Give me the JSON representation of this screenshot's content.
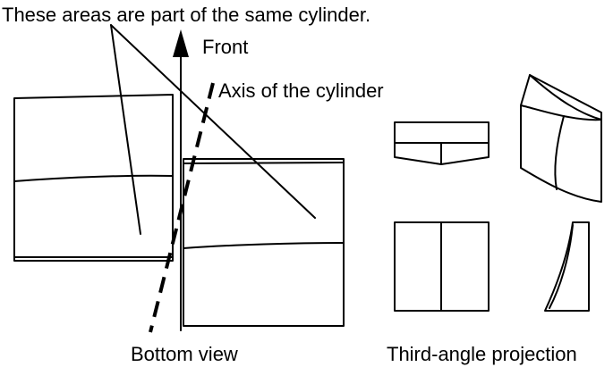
{
  "labels": {
    "callout": "These areas are part of the same cylinder.",
    "front": "Front",
    "axis": "Axis of the cylinder",
    "bottom_view": "Bottom view",
    "projection": "Third-angle projection"
  },
  "colors": {
    "ink": "#000000",
    "background": "#ffffff"
  }
}
